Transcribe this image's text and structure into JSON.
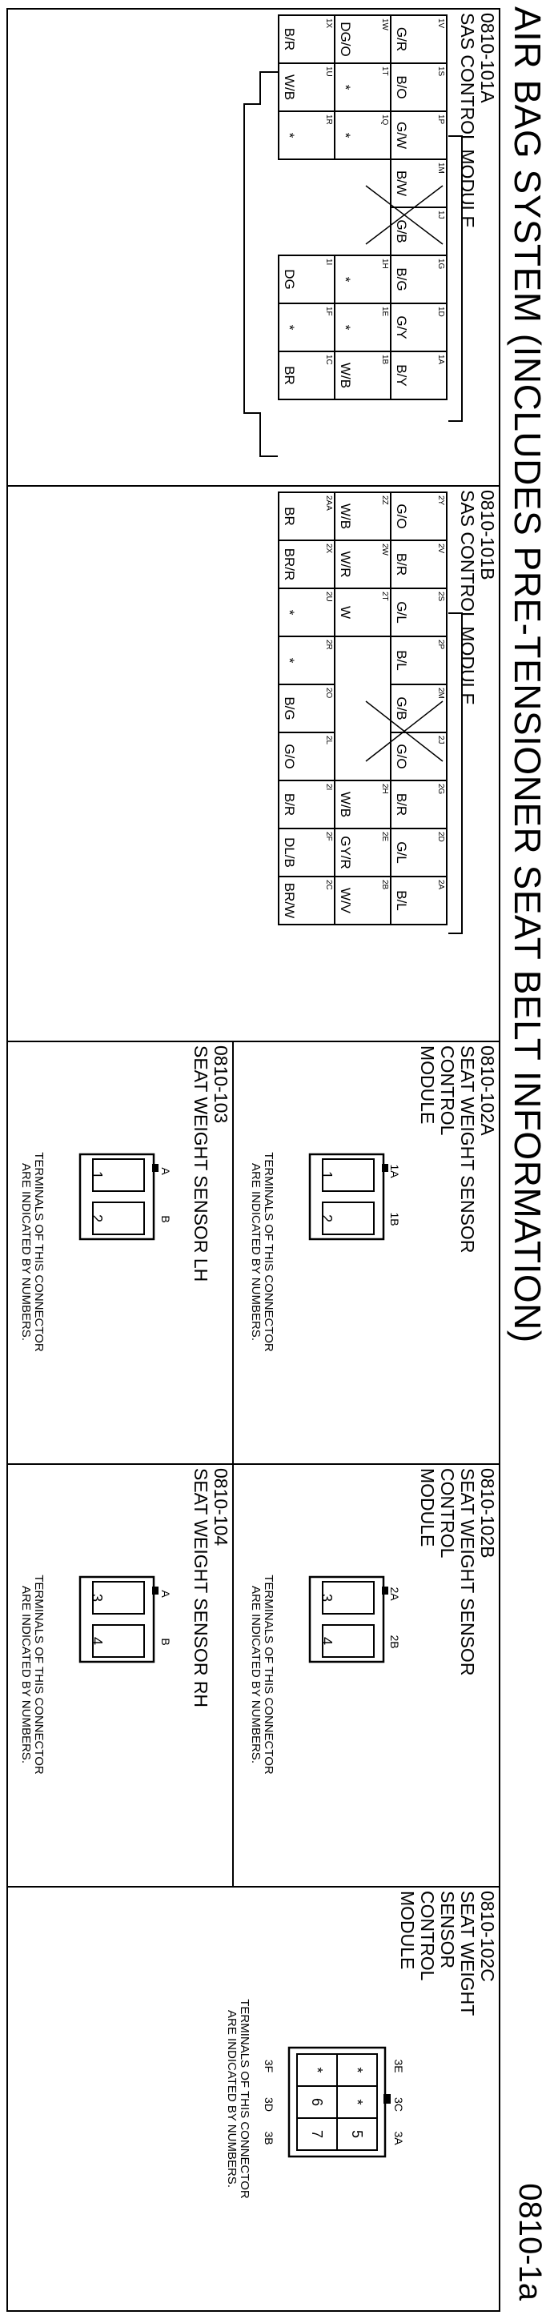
{
  "page": {
    "title": "AIR BAG SYSTEM (INCLUDES PRE-TENSIONER SEAT BELT INFORMATION)",
    "sheet": "0810-1a"
  },
  "connectors": {
    "c101a": {
      "code": "0810-101A",
      "name": "SAS CONTROL MODULE",
      "rows": [
        [
          {
            "p": "1V",
            "w": "G/R"
          },
          {
            "p": "1S",
            "w": "B/O"
          },
          {
            "p": "1P",
            "w": "G/W"
          },
          {
            "p": "1M",
            "w": "B/W"
          },
          {
            "p": "1J",
            "w": "G/B"
          },
          {
            "p": "1G",
            "w": "B/G"
          },
          {
            "p": "1D",
            "w": "G/Y"
          },
          {
            "p": "1A",
            "w": "B/Y"
          }
        ],
        [
          {
            "p": "1W",
            "w": "DG/O"
          },
          {
            "p": "1T",
            "w": "*"
          },
          {
            "p": "1Q",
            "w": "*"
          },
          null,
          null,
          {
            "p": "1H",
            "w": "*"
          },
          {
            "p": "1E",
            "w": "*"
          },
          {
            "p": "1B",
            "w": "W/B"
          }
        ],
        [
          {
            "p": "1X",
            "w": "B/R"
          },
          {
            "p": "1U",
            "w": "W/B"
          },
          {
            "p": "1R",
            "w": "*"
          },
          null,
          null,
          {
            "p": "1I",
            "w": "DG"
          },
          {
            "p": "1F",
            "w": "*"
          },
          {
            "p": "1C",
            "w": "BR"
          }
        ]
      ]
    },
    "c101b": {
      "code": "0810-101B",
      "name": "SAS CONTROL MODULE",
      "rows": [
        [
          {
            "p": "2Y",
            "w": "G/O"
          },
          {
            "p": "2V",
            "w": "B/R"
          },
          {
            "p": "2S",
            "w": "G/L"
          },
          {
            "p": "2P",
            "w": "B/L"
          },
          {
            "p": "2M",
            "w": "G/B"
          },
          {
            "p": "2J",
            "w": "G/O"
          },
          {
            "p": "2G",
            "w": "B/R"
          },
          {
            "p": "2D",
            "w": "G/L"
          },
          {
            "p": "2A",
            "w": "B/L"
          }
        ],
        [
          {
            "p": "2Z",
            "w": "W/B"
          },
          {
            "p": "2W",
            "w": "W/R"
          },
          {
            "p": "2T",
            "w": "W"
          },
          null,
          null,
          null,
          {
            "p": "2H",
            "w": "W/B"
          },
          {
            "p": "2E",
            "w": "GY/R"
          },
          {
            "p": "2B",
            "w": "W/V"
          }
        ],
        [
          {
            "p": "2AA",
            "w": "BR"
          },
          {
            "p": "2X",
            "w": "BR/R"
          },
          {
            "p": "2U",
            "w": "*"
          },
          {
            "p": "2R",
            "w": "*"
          },
          {
            "p": "2O",
            "w": "B/G"
          },
          {
            "p": "2L",
            "w": "G/O"
          },
          {
            "p": "2I",
            "w": "B/R"
          },
          {
            "p": "2F",
            "w": "DL/B"
          },
          {
            "p": "2C",
            "w": "BR/W"
          }
        ]
      ]
    },
    "c102a": {
      "code": "0810-102A",
      "name_lines": [
        "SEAT WEIGHT SENSOR",
        "CONTROL",
        "MODULE"
      ],
      "pin_labels": [
        "1A",
        "1B"
      ],
      "cells": [
        "1",
        "2"
      ],
      "note_lines": [
        "TERMINALS OF THIS CONNECTOR",
        "ARE INDICATED BY NUMBERS."
      ]
    },
    "c103": {
      "code": "0810-103",
      "name": "SEAT WEIGHT SENSOR LH",
      "pin_labels": [
        "A",
        "B"
      ],
      "cells": [
        "1",
        "2"
      ],
      "note_lines": [
        "TERMINALS OF THIS CONNECTOR",
        "ARE INDICATED BY NUMBERS."
      ]
    },
    "c102b": {
      "code": "0810-102B",
      "name_lines": [
        "SEAT WEIGHT SENSOR",
        "CONTROL",
        "MODULE"
      ],
      "pin_labels": [
        "2A",
        "2B"
      ],
      "cells": [
        "3",
        "4"
      ],
      "note_lines": [
        "TERMINALS OF THIS CONNECTOR",
        "ARE INDICATED BY NUMBERS."
      ]
    },
    "c104": {
      "code": "0810-104",
      "name": "SEAT WEIGHT SENSOR RH",
      "pin_labels": [
        "A",
        "B"
      ],
      "cells": [
        "3",
        "4"
      ],
      "note_lines": [
        "TERMINALS OF THIS CONNECTOR",
        "ARE INDICATED BY NUMBERS."
      ]
    },
    "c102c": {
      "code": "0810-102C",
      "name_lines": [
        "SEAT WEIGHT",
        "SENSOR",
        "CONTROL",
        "MODULE"
      ],
      "top_labels": [
        "3E",
        "3C",
        "3A"
      ],
      "bottom_labels": [
        "3F",
        "3D",
        "3B"
      ],
      "cells_top": [
        "*",
        "*",
        "5"
      ],
      "cells_bottom": [
        "*",
        "6",
        "7"
      ],
      "note_lines": [
        "TERMINALS OF THIS CONNECTOR",
        "ARE INDICATED BY NUMBERS."
      ]
    }
  }
}
